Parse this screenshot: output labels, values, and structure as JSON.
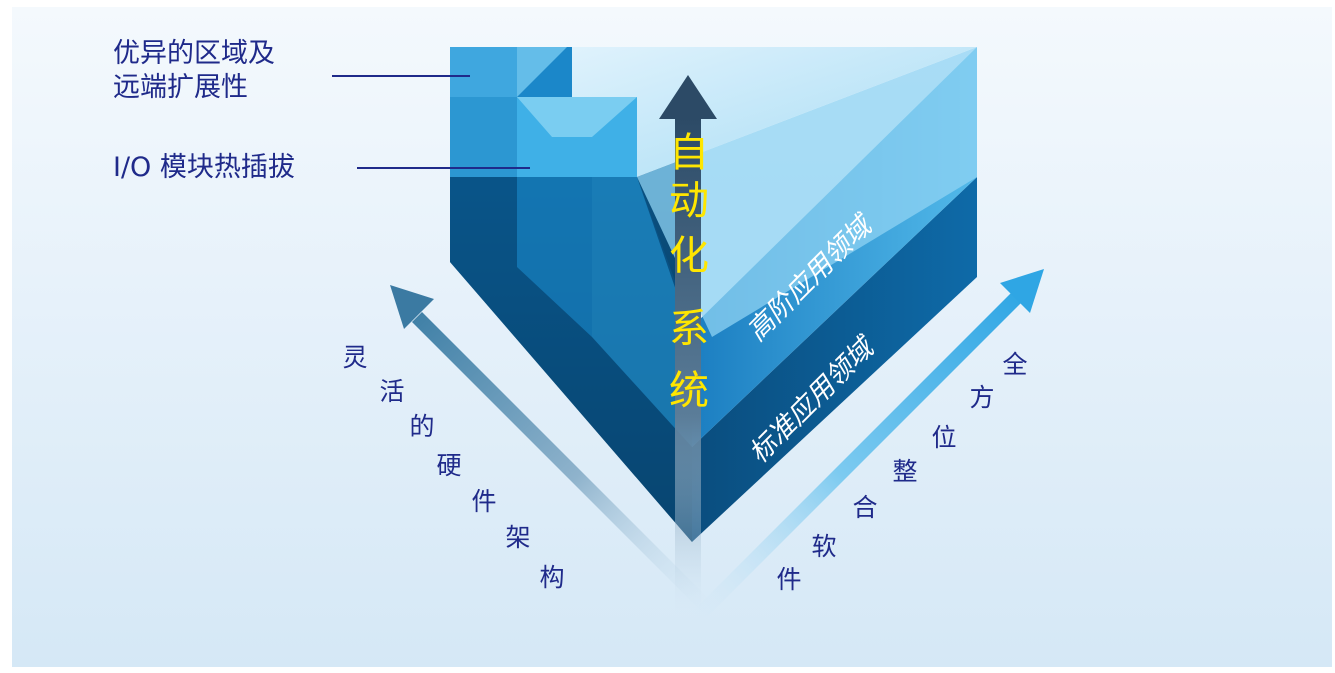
{
  "callouts": [
    {
      "line1": "优异的区域及",
      "line2": "远端扩展性"
    },
    {
      "line1": "I/O 模块热插拔"
    }
  ],
  "center_title_chars": [
    "自",
    "动",
    "化",
    "系",
    "统"
  ],
  "domains": {
    "advanced": "高阶应用领域",
    "standard": "标准应用领域"
  },
  "left_axis_chars": [
    "灵",
    "活",
    "的",
    "硬",
    "件",
    "架",
    "构"
  ],
  "right_axis_chars": [
    "全",
    "方",
    "位",
    "整",
    "合",
    "软",
    "件"
  ],
  "colors": {
    "text_navy": "#1f2a8a",
    "title_yellow": "#ffe600",
    "block_dark": "#0b3a5e",
    "block_mid": "#1477b8",
    "block_light": "#5cc6f1"
  }
}
